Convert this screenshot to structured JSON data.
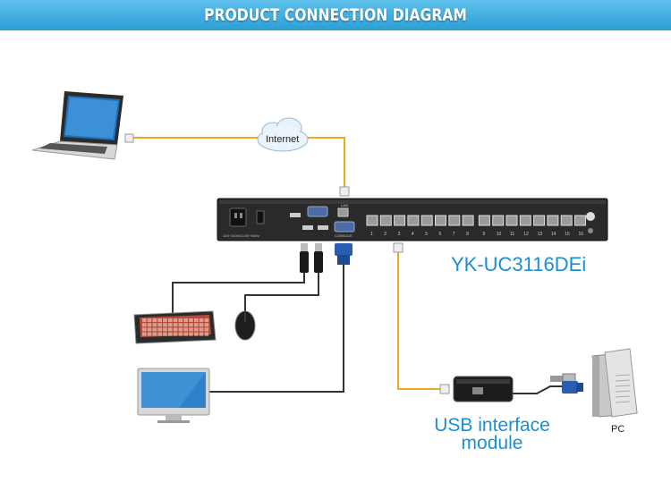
{
  "banner": {
    "title": "PRODUCT CONNECTION DIAGRAM"
  },
  "cloud": {
    "label": "Internet"
  },
  "device": {
    "model": "YK-UC3116DEi",
    "lan_label": "LAN",
    "console_label": "CONSOLE",
    "power_label": "100~240VAC/50~60Hz",
    "port_numbers": [
      "1",
      "2",
      "3",
      "4",
      "5",
      "6",
      "7",
      "8",
      "9",
      "10",
      "11",
      "12",
      "13",
      "14",
      "15",
      "16"
    ]
  },
  "module": {
    "line1": "USB interface",
    "line2": "module"
  },
  "pc": {
    "label": "PC"
  },
  "icons": [
    "laptop-icon",
    "cloud-icon",
    "keyboard-icon",
    "mouse-icon",
    "monitor-icon",
    "pc-tower-icon",
    "rj45-connector-icon",
    "usb-plug-icon",
    "vga-plug-icon"
  ],
  "colors": {
    "banner": "#2a9fd6",
    "accent_text": "#1a8fd6",
    "cable_orange": "#f0a91a",
    "cable_dark": "#333333"
  }
}
